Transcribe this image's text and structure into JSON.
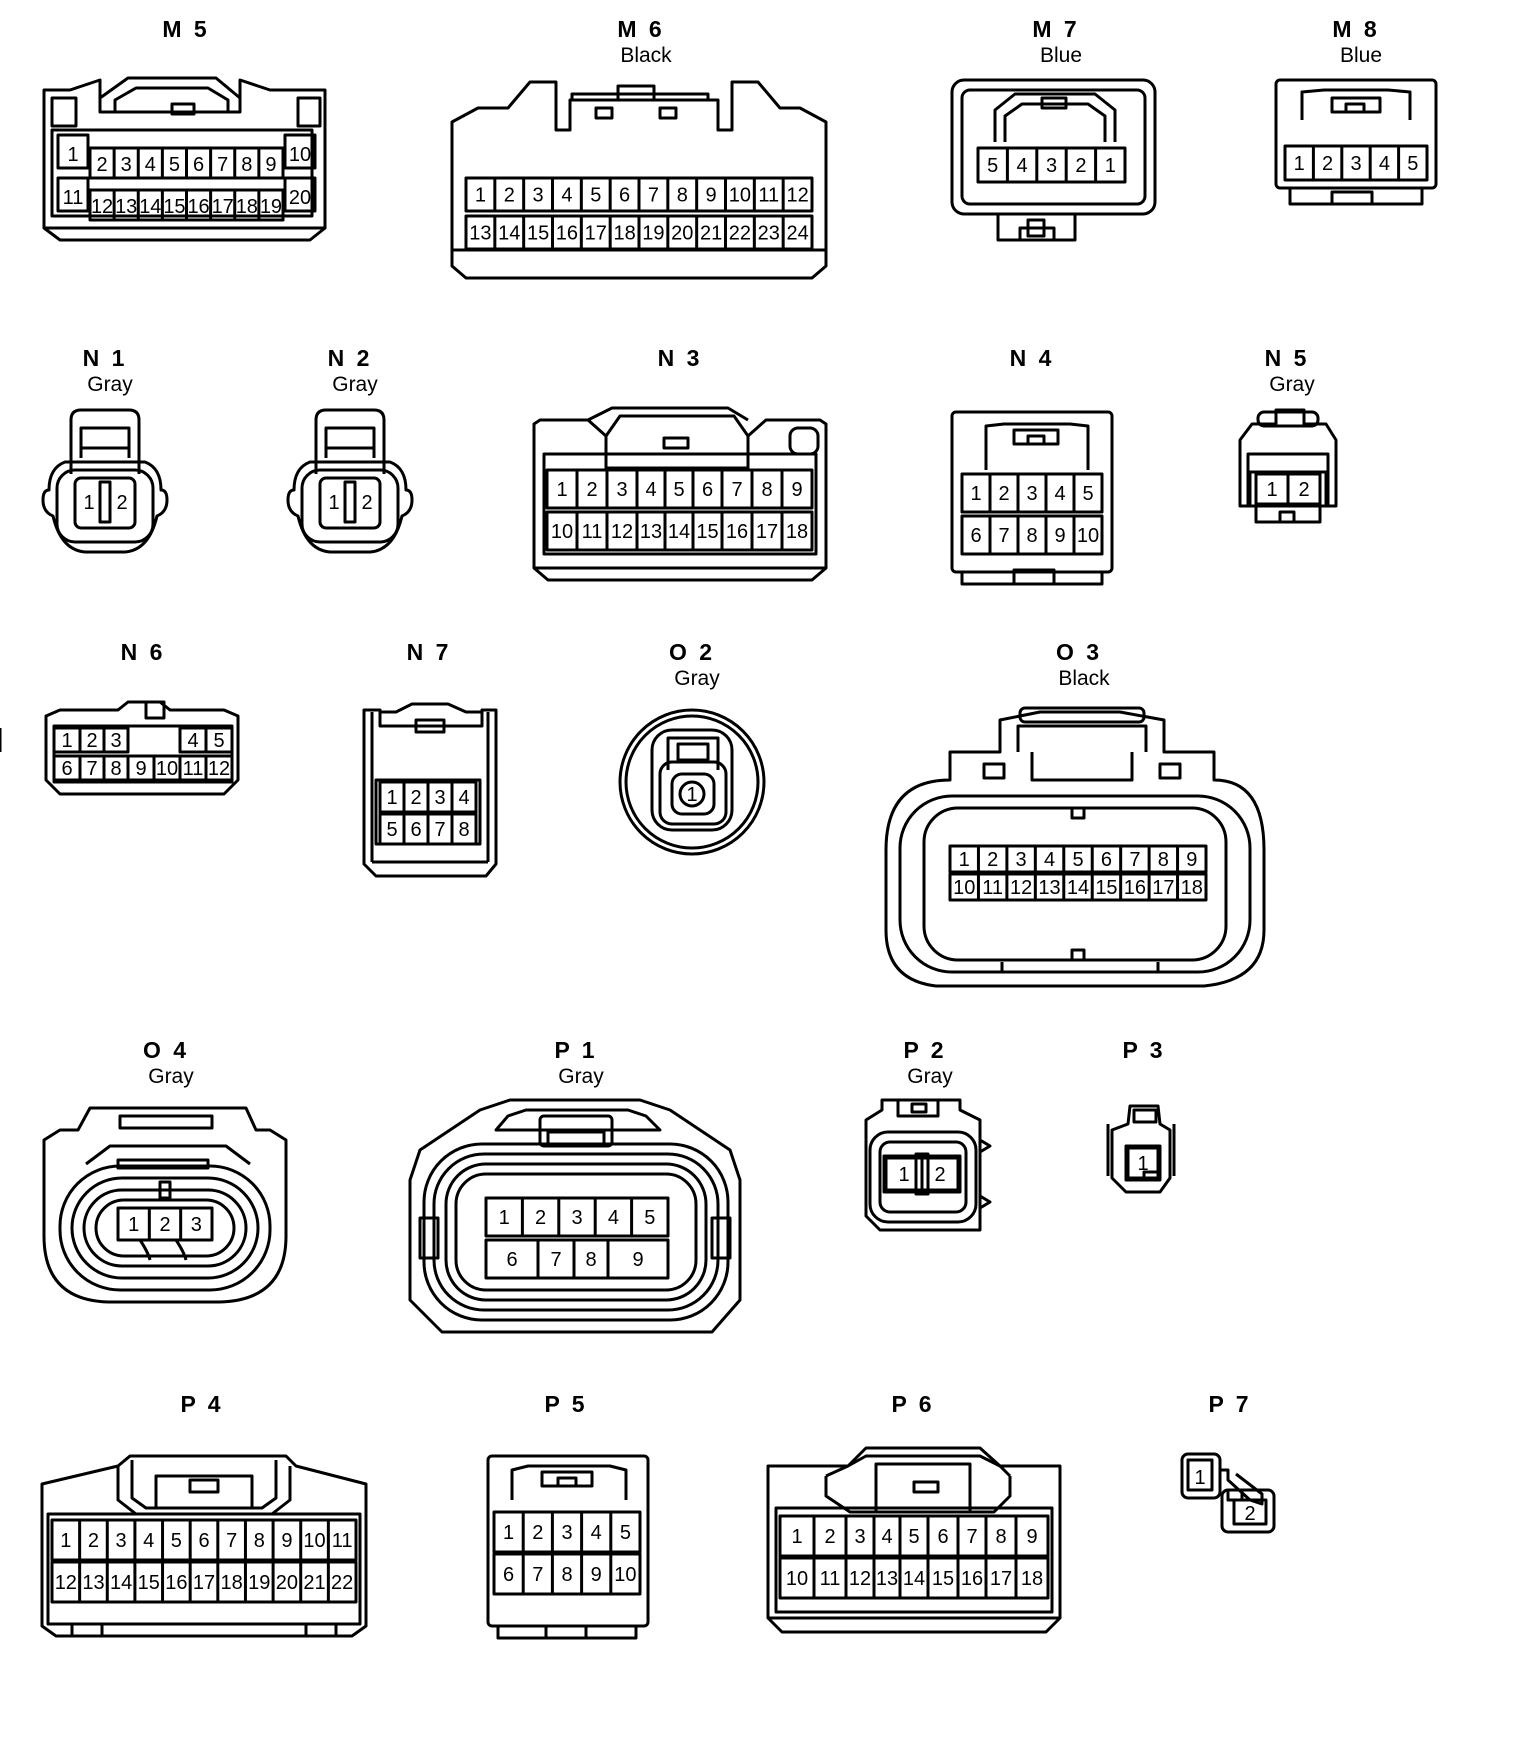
{
  "colors": {
    "line": "#000000",
    "background": "#ffffff"
  },
  "connectors": [
    {
      "id": "M 5",
      "color": "",
      "pins_top": [
        "1",
        "2",
        "3",
        "4",
        "5",
        "6",
        "7",
        "8",
        "9",
        "10"
      ],
      "pins_bottom": [
        "11",
        "12",
        "13",
        "14",
        "15",
        "16",
        "17",
        "18",
        "19",
        "20"
      ]
    },
    {
      "id": "M 6",
      "color": "Black",
      "pins_top": [
        "1",
        "2",
        "3",
        "4",
        "5",
        "6",
        "7",
        "8",
        "9",
        "10",
        "11",
        "12"
      ],
      "pins_bottom": [
        "13",
        "14",
        "15",
        "16",
        "17",
        "18",
        "19",
        "20",
        "21",
        "22",
        "23",
        "24"
      ]
    },
    {
      "id": "M 7",
      "color": "Blue",
      "pins_top": [
        "5",
        "4",
        "3",
        "2",
        "1"
      ],
      "pins_bottom": []
    },
    {
      "id": "M 8",
      "color": "Blue",
      "pins_top": [
        "1",
        "2",
        "3",
        "4",
        "5"
      ],
      "pins_bottom": []
    },
    {
      "id": "N 1",
      "color": "Gray",
      "pins_top": [
        "1",
        "2"
      ],
      "pins_bottom": []
    },
    {
      "id": "N 2",
      "color": "Gray",
      "pins_top": [
        "1",
        "2"
      ],
      "pins_bottom": []
    },
    {
      "id": "N 3",
      "color": "",
      "pins_top": [
        "1",
        "2",
        "3",
        "4",
        "5",
        "6",
        "7",
        "8",
        "9"
      ],
      "pins_bottom": [
        "10",
        "11",
        "12",
        "13",
        "14",
        "15",
        "16",
        "17",
        "18"
      ]
    },
    {
      "id": "N 4",
      "color": "",
      "pins_top": [
        "1",
        "2",
        "3",
        "4",
        "5"
      ],
      "pins_bottom": [
        "6",
        "7",
        "8",
        "9",
        "10"
      ]
    },
    {
      "id": "N 5",
      "color": "Gray",
      "pins_top": [
        "1",
        "2"
      ],
      "pins_bottom": []
    },
    {
      "id": "N 6",
      "color": "",
      "pins_top": [
        "1",
        "2",
        "3",
        "4",
        "5"
      ],
      "pins_bottom": [
        "6",
        "7",
        "8",
        "9",
        "10",
        "11",
        "12"
      ]
    },
    {
      "id": "N 7",
      "color": "",
      "pins_top": [
        "1",
        "2",
        "3",
        "4"
      ],
      "pins_bottom": [
        "5",
        "6",
        "7",
        "8"
      ]
    },
    {
      "id": "O 2",
      "color": "Gray",
      "pins_top": [
        "1"
      ],
      "pins_bottom": []
    },
    {
      "id": "O 3",
      "color": "Black",
      "pins_top": [
        "1",
        "2",
        "3",
        "4",
        "5",
        "6",
        "7",
        "8",
        "9"
      ],
      "pins_bottom": [
        "10",
        "11",
        "12",
        "13",
        "14",
        "15",
        "16",
        "17",
        "18"
      ]
    },
    {
      "id": "O 4",
      "color": "Gray",
      "pins_top": [
        "1",
        "2",
        "3"
      ],
      "pins_bottom": []
    },
    {
      "id": "P 1",
      "color": "Gray",
      "pins_top": [
        "1",
        "2",
        "3",
        "4",
        "5"
      ],
      "pins_bottom": [
        "6",
        "7",
        "8",
        "9"
      ]
    },
    {
      "id": "P 2",
      "color": "Gray",
      "pins_top": [
        "1",
        "2"
      ],
      "pins_bottom": []
    },
    {
      "id": "P 3",
      "color": "",
      "pins_top": [
        "1"
      ],
      "pins_bottom": []
    },
    {
      "id": "P 4",
      "color": "",
      "pins_top": [
        "1",
        "2",
        "3",
        "4",
        "5",
        "6",
        "7",
        "8",
        "9",
        "10",
        "11"
      ],
      "pins_bottom": [
        "12",
        "13",
        "14",
        "15",
        "16",
        "17",
        "18",
        "19",
        "20",
        "21",
        "22"
      ]
    },
    {
      "id": "P 5",
      "color": "",
      "pins_top": [
        "1",
        "2",
        "3",
        "4",
        "5"
      ],
      "pins_bottom": [
        "6",
        "7",
        "8",
        "9",
        "10"
      ]
    },
    {
      "id": "P 6",
      "color": "",
      "pins_top": [
        "1",
        "2",
        "3",
        "4",
        "5",
        "6",
        "7",
        "8",
        "9"
      ],
      "pins_bottom": [
        "10",
        "11",
        "12",
        "13",
        "14",
        "15",
        "16",
        "17",
        "18"
      ]
    },
    {
      "id": "P 7",
      "color": "",
      "pins_top": [
        "1"
      ],
      "pins_bottom": [
        "2"
      ]
    }
  ]
}
